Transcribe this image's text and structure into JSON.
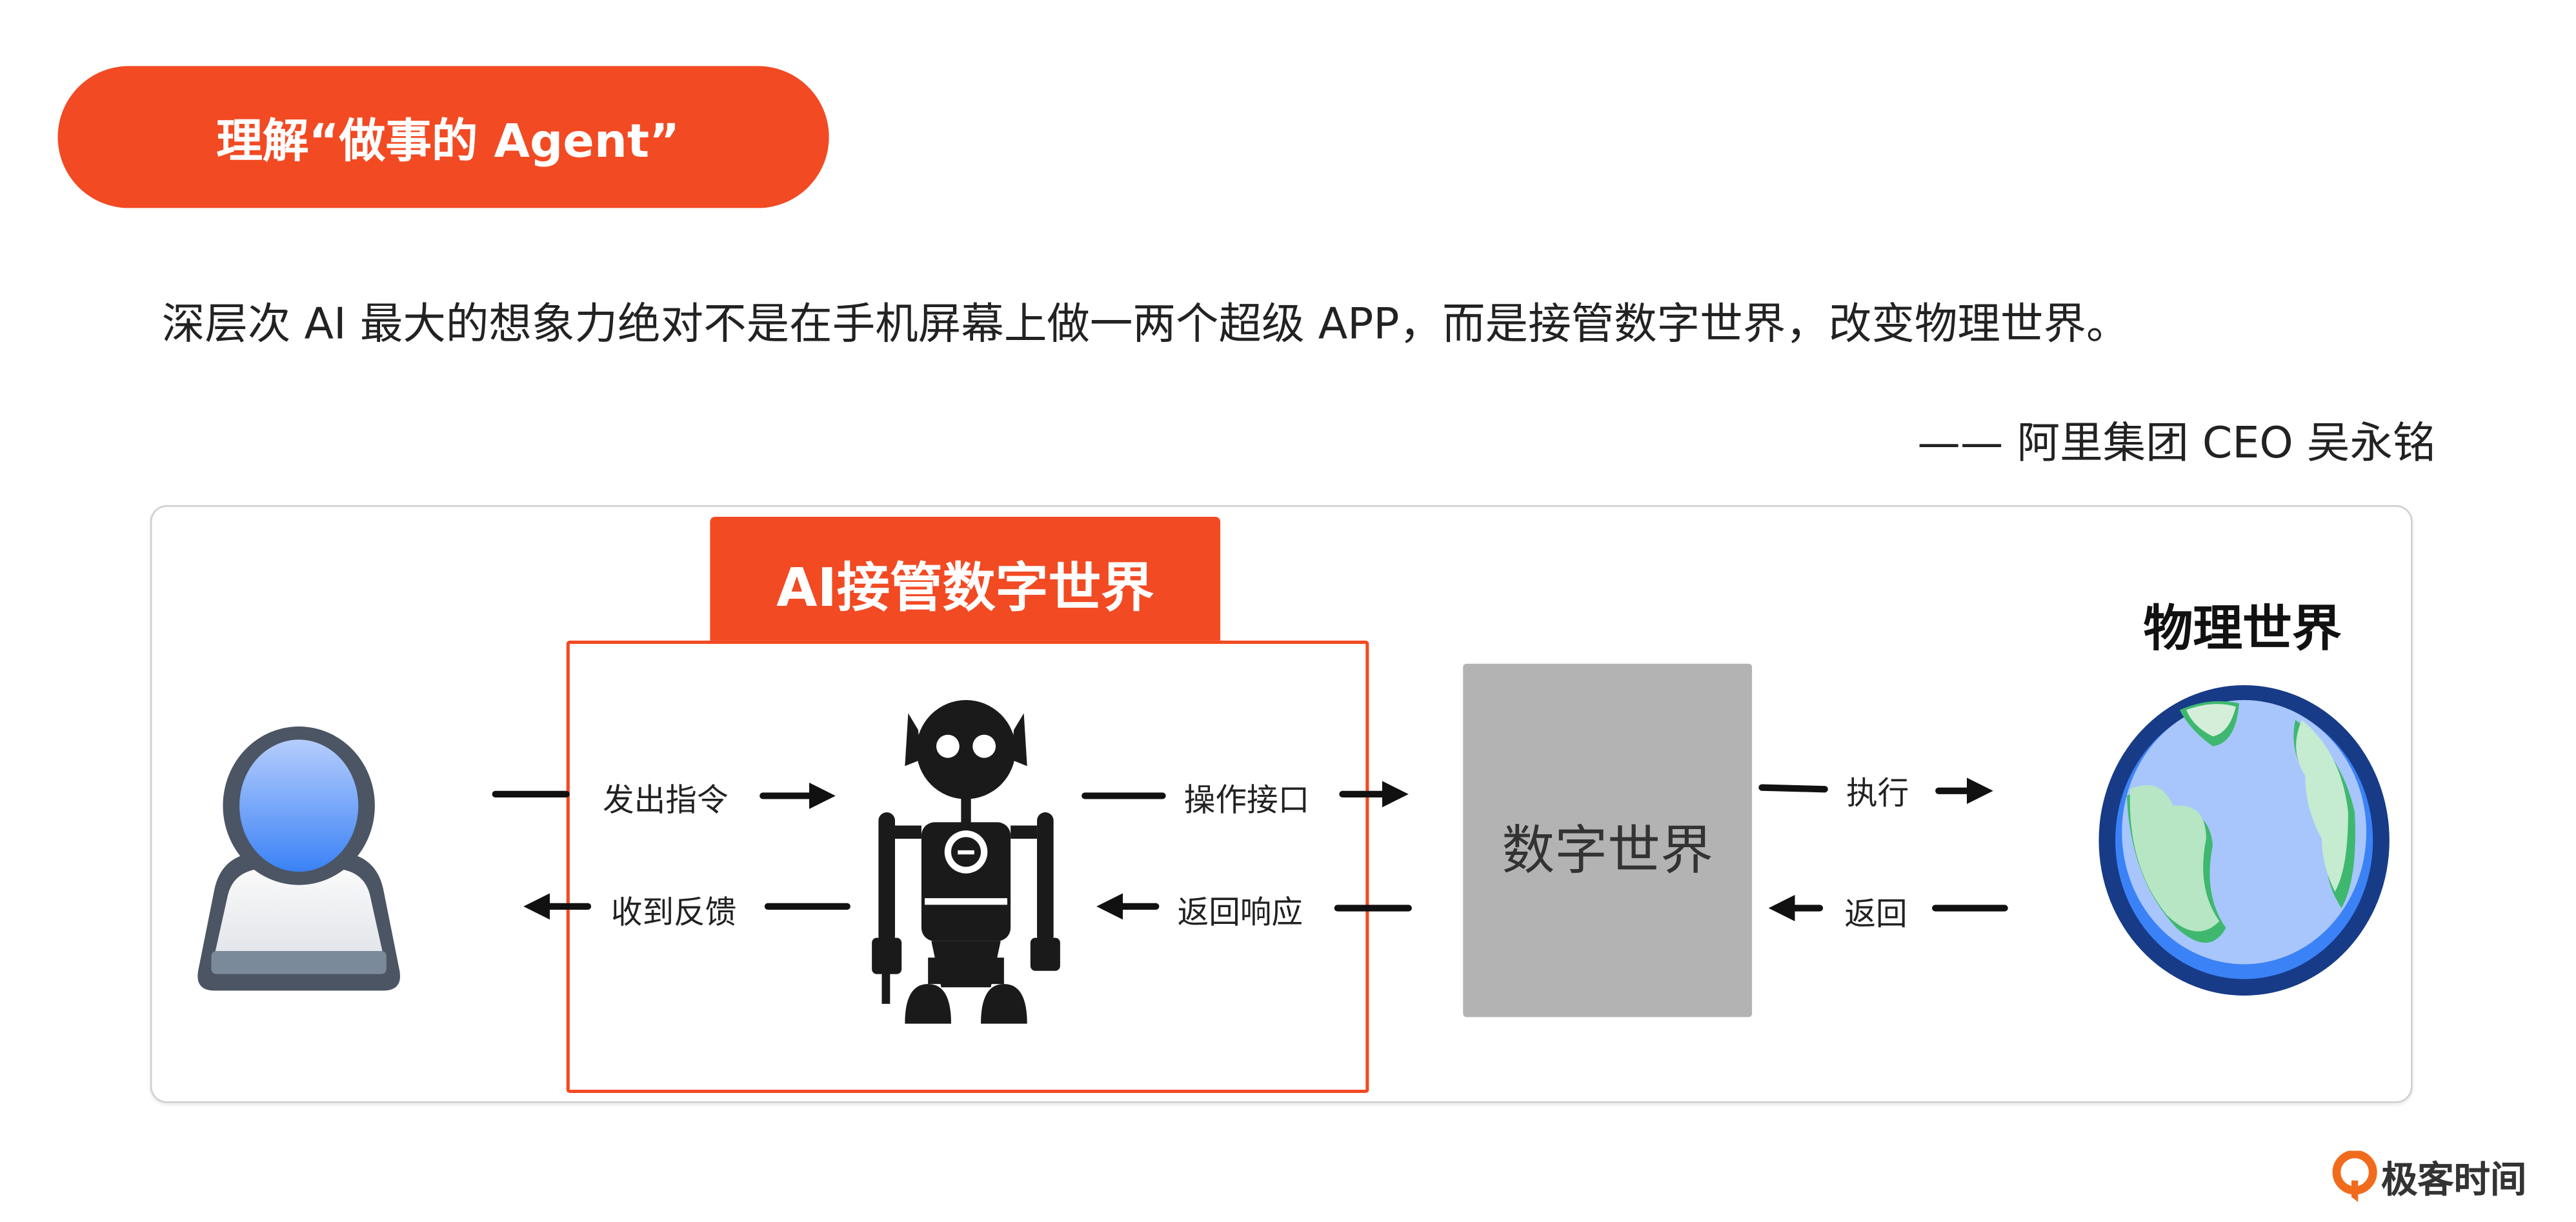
{
  "header": {
    "title": "理解“做事的 Agent”"
  },
  "quote": {
    "text": "深层次 AI 最大的想象力绝对不是在手机屏幕上做一两个超级 APP，而是接管数字世界，改变物理世界。",
    "attribution": "—— 阿里集团 CEO 吴永铭"
  },
  "diagram": {
    "ai_section_title": "AI接管数字世界",
    "digital_world": "数字世界",
    "physical_world": "物理世界",
    "arrows": {
      "issue_command": "发出指令",
      "receive_feedback": "收到反馈",
      "operate_interface": "操作接口",
      "return_response": "返回响应",
      "execute": "执行",
      "return": "返回"
    }
  },
  "brand": {
    "name": "极客时间"
  },
  "colors": {
    "accent": "#F24A23",
    "gray_box": "#B3B3B3"
  }
}
